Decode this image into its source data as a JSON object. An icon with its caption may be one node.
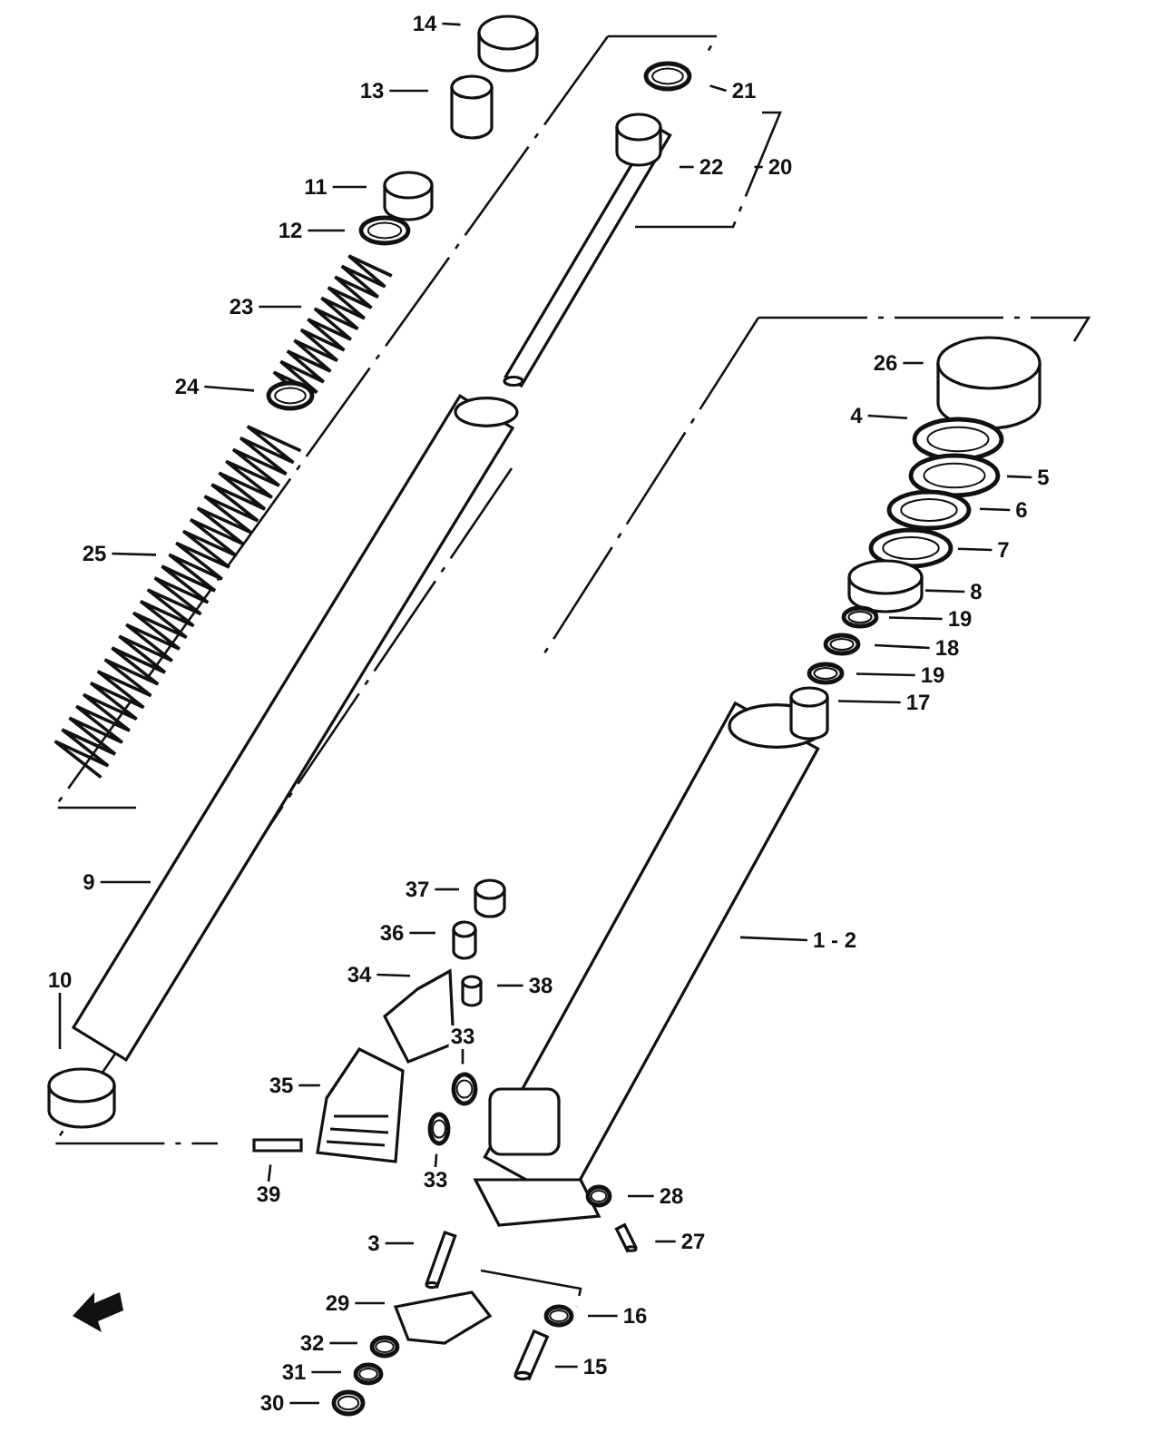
{
  "diagram": {
    "nodes": [
      {
        "text": [
          "14"
        ]
      },
      {
        "text": [
          "13"
        ]
      },
      {
        "text": [
          "11"
        ]
      },
      {
        "text": [
          "12"
        ]
      },
      {
        "text": [
          "23"
        ]
      },
      {
        "text": [
          "24"
        ]
      },
      {
        "text": [
          "25"
        ]
      },
      {
        "text": [
          "9"
        ]
      },
      {
        "text": [
          "10"
        ]
      },
      {
        "text": [
          "21"
        ]
      },
      {
        "text": [
          "22"
        ]
      },
      {
        "text": [
          "20"
        ]
      },
      {
        "text": [
          "26"
        ]
      },
      {
        "text": [
          "4"
        ]
      },
      {
        "text": [
          "5"
        ]
      },
      {
        "text": [
          "6"
        ]
      },
      {
        "text": [
          "7"
        ]
      },
      {
        "text": [
          "8"
        ]
      },
      {
        "text": [
          "19"
        ]
      },
      {
        "text": [
          "18"
        ]
      },
      {
        "text": [
          "19"
        ]
      },
      {
        "text": [
          "17"
        ]
      },
      {
        "text": [
          "1 - 2"
        ]
      },
      {
        "text": [
          "37"
        ]
      },
      {
        "text": [
          "36"
        ]
      },
      {
        "text": [
          "34"
        ]
      },
      {
        "text": [
          "38"
        ]
      },
      {
        "text": [
          "33"
        ]
      },
      {
        "text": [
          "33"
        ]
      },
      {
        "text": [
          "35"
        ]
      },
      {
        "text": [
          "39"
        ]
      },
      {
        "text": [
          "3"
        ]
      },
      {
        "text": [
          "28"
        ]
      },
      {
        "text": [
          "27"
        ]
      },
      {
        "text": [
          "29"
        ]
      },
      {
        "text": [
          "16"
        ]
      },
      {
        "text": [
          "32"
        ]
      },
      {
        "text": [
          "31"
        ]
      },
      {
        "text": [
          "30"
        ]
      },
      {
        "text": [
          "15"
        ]
      }
    ],
    "edges": [
      {
        "from": 0,
        "to": null,
        "arrow": "none"
      },
      {
        "from": 1,
        "to": null,
        "arrow": "none"
      },
      {
        "from": 2,
        "to": null,
        "arrow": "none"
      },
      {
        "from": 3,
        "to": null,
        "arrow": "none"
      },
      {
        "from": 4,
        "to": null,
        "arrow": "none"
      },
      {
        "from": 5,
        "to": null,
        "arrow": "none"
      },
      {
        "from": 6,
        "to": null,
        "arrow": "none"
      },
      {
        "from": 7,
        "to": null,
        "arrow": "none"
      },
      {
        "from": 8,
        "to": null,
        "arrow": "none"
      },
      {
        "from": 9,
        "to": null,
        "arrow": "none"
      },
      {
        "from": 10,
        "to": null,
        "arrow": "none"
      },
      {
        "from": 11,
        "to": null,
        "arrow": "none"
      },
      {
        "from": 12,
        "to": null,
        "arrow": "none"
      },
      {
        "from": 13,
        "to": null,
        "arrow": "none"
      },
      {
        "from": 14,
        "to": null,
        "arrow": "none"
      },
      {
        "from": 15,
        "to": null,
        "arrow": "none"
      },
      {
        "from": 16,
        "to": null,
        "arrow": "none"
      },
      {
        "from": 17,
        "to": null,
        "arrow": "none"
      },
      {
        "from": 18,
        "to": null,
        "arrow": "none"
      },
      {
        "from": 19,
        "to": null,
        "arrow": "none"
      },
      {
        "from": 20,
        "to": null,
        "arrow": "none"
      },
      {
        "from": 21,
        "to": null,
        "arrow": "none"
      },
      {
        "from": 22,
        "to": null,
        "arrow": "none"
      },
      {
        "from": 23,
        "to": null,
        "arrow": "none"
      },
      {
        "from": 24,
        "to": null,
        "arrow": "none"
      },
      {
        "from": 25,
        "to": null,
        "arrow": "none"
      },
      {
        "from": 26,
        "to": null,
        "arrow": "none"
      },
      {
        "from": 27,
        "to": null,
        "arrow": "none"
      },
      {
        "from": 28,
        "to": null,
        "arrow": "none"
      },
      {
        "from": 29,
        "to": null,
        "arrow": "none"
      },
      {
        "from": 30,
        "to": null,
        "arrow": "none"
      },
      {
        "from": 31,
        "to": null,
        "arrow": "none"
      },
      {
        "from": 32,
        "to": null,
        "arrow": "none"
      },
      {
        "from": 33,
        "to": null,
        "arrow": "none"
      },
      {
        "from": 34,
        "to": null,
        "arrow": "none"
      },
      {
        "from": 35,
        "to": null,
        "arrow": "none"
      },
      {
        "from": 36,
        "to": null,
        "arrow": "none"
      },
      {
        "from": 37,
        "to": null,
        "arrow": "none"
      },
      {
        "from": 38,
        "to": null,
        "arrow": "none"
      },
      {
        "from": 39,
        "to": null,
        "arrow": "none"
      }
    ]
  }
}
